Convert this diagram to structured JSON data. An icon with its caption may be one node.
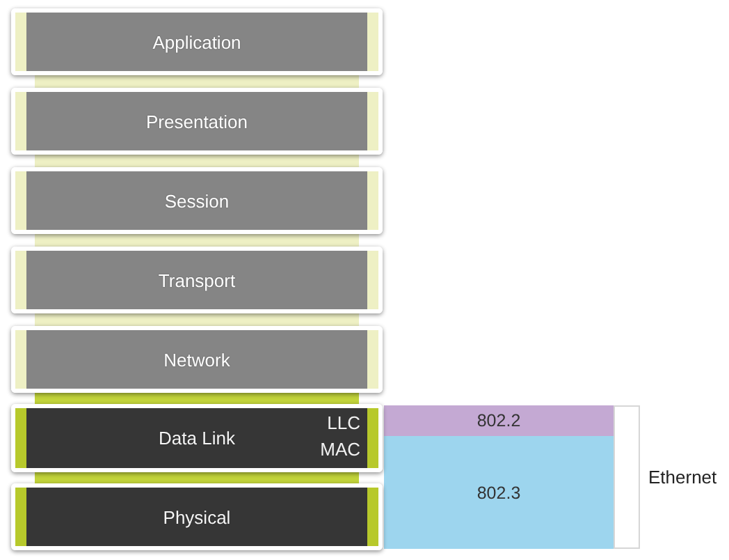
{
  "diagram": {
    "nodes": [
      {
        "text": [
          "Application"
        ]
      },
      {
        "text": [
          "Presentation"
        ]
      },
      {
        "text": [
          "Session"
        ]
      },
      {
        "text": [
          "Transport"
        ]
      },
      {
        "text": [
          "Network"
        ]
      },
      {
        "text": [
          "Data Link",
          "LLC",
          "MAC"
        ]
      },
      {
        "text": [
          "Physical"
        ]
      },
      {
        "text": [
          "802.2"
        ]
      },
      {
        "text": [
          "802.3"
        ]
      },
      {
        "text": [],
        "shape": "box",
        "beside": [
          "Ethernet"
        ]
      }
    ]
  }
}
